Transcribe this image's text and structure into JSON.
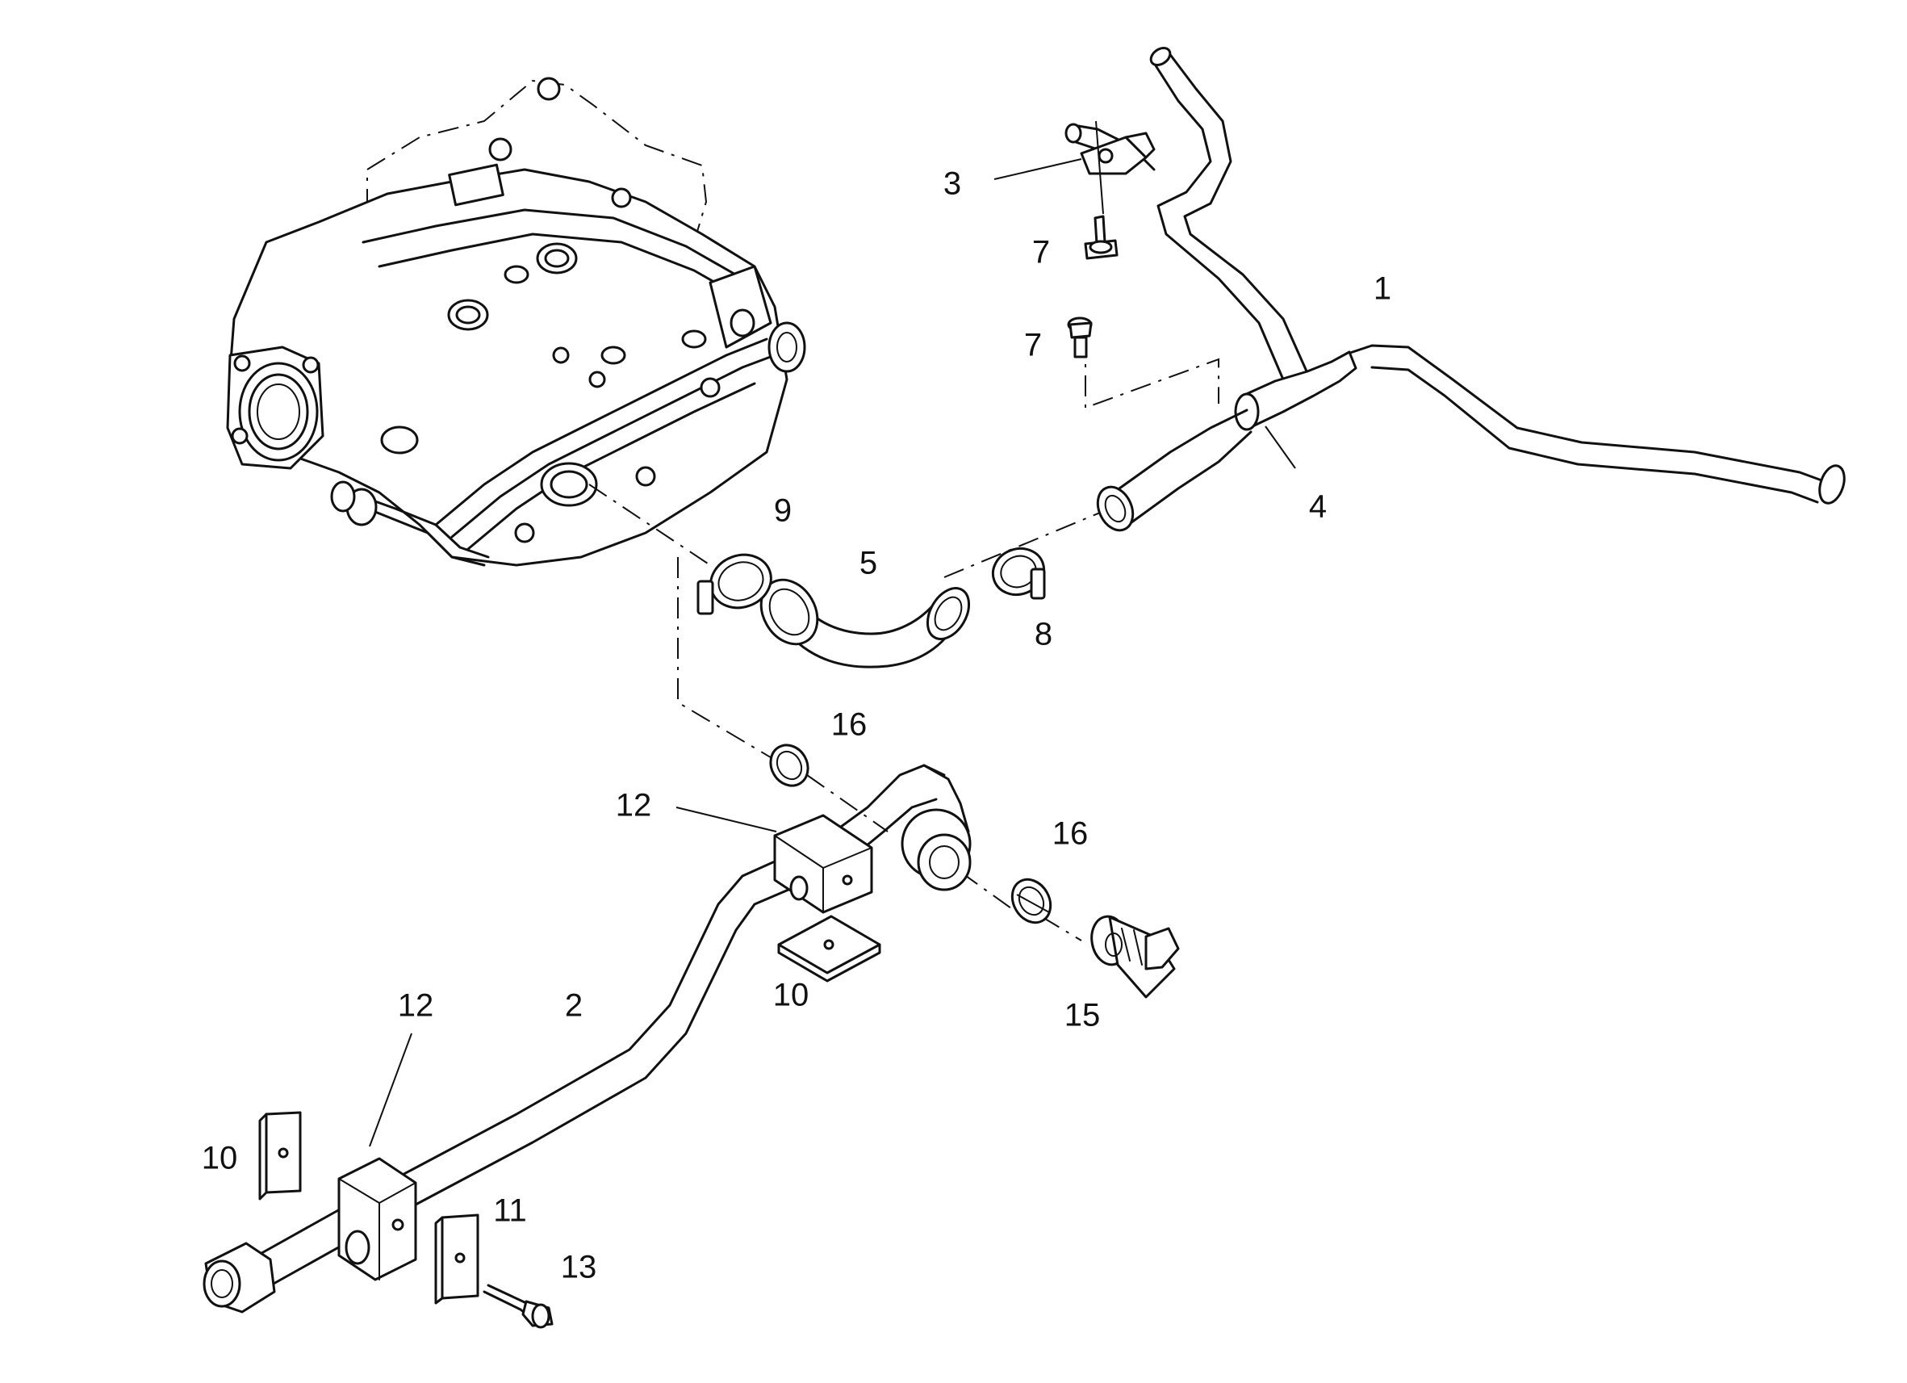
{
  "callouts": [
    {
      "id": "c1",
      "text": "1"
    },
    {
      "id": "c2",
      "text": "2"
    },
    {
      "id": "c3",
      "text": "3"
    },
    {
      "id": "c4",
      "text": "4"
    },
    {
      "id": "c5",
      "text": "5"
    },
    {
      "id": "c7a",
      "text": "7"
    },
    {
      "id": "c7b",
      "text": "7"
    },
    {
      "id": "c8",
      "text": "8"
    },
    {
      "id": "c9",
      "text": "9"
    },
    {
      "id": "c10a",
      "text": "10"
    },
    {
      "id": "c10b",
      "text": "10"
    },
    {
      "id": "c11",
      "text": "11"
    },
    {
      "id": "c12a",
      "text": "12"
    },
    {
      "id": "c12b",
      "text": "12"
    },
    {
      "id": "c13",
      "text": "13"
    },
    {
      "id": "c15",
      "text": "15"
    },
    {
      "id": "c16a",
      "text": "16"
    },
    {
      "id": "c16b",
      "text": "16"
    }
  ]
}
